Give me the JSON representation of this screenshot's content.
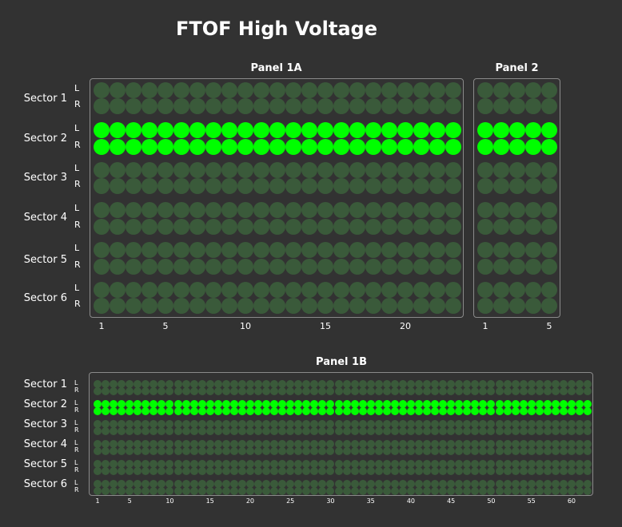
{
  "title": "FTOF High Voltage",
  "colors": {
    "on": "#00ff00",
    "off": "#3a5a3a",
    "background": "#323232"
  },
  "panels": {
    "p1a": {
      "name": "Panel 1A",
      "channels": 23,
      "tick_labels": [
        "1",
        "5",
        "10",
        "15",
        "20"
      ]
    },
    "p2": {
      "name": "Panel 2",
      "channels": 5,
      "tick_labels": [
        "1",
        "5"
      ]
    },
    "p1b": {
      "name": "Panel 1B",
      "channels": 62,
      "tick_labels": [
        "1",
        "5",
        "10",
        "15",
        "20",
        "25",
        "30",
        "35",
        "40",
        "45",
        "50",
        "55",
        "60"
      ]
    }
  },
  "sectors": [
    {
      "label": "Sector 1",
      "on": false
    },
    {
      "label": "Sector 2",
      "on": true
    },
    {
      "label": "Sector 3",
      "on": false
    },
    {
      "label": "Sector 4",
      "on": false
    },
    {
      "label": "Sector 5",
      "on": false
    },
    {
      "label": "Sector 6",
      "on": false
    }
  ],
  "sides": [
    "L",
    "R"
  ]
}
